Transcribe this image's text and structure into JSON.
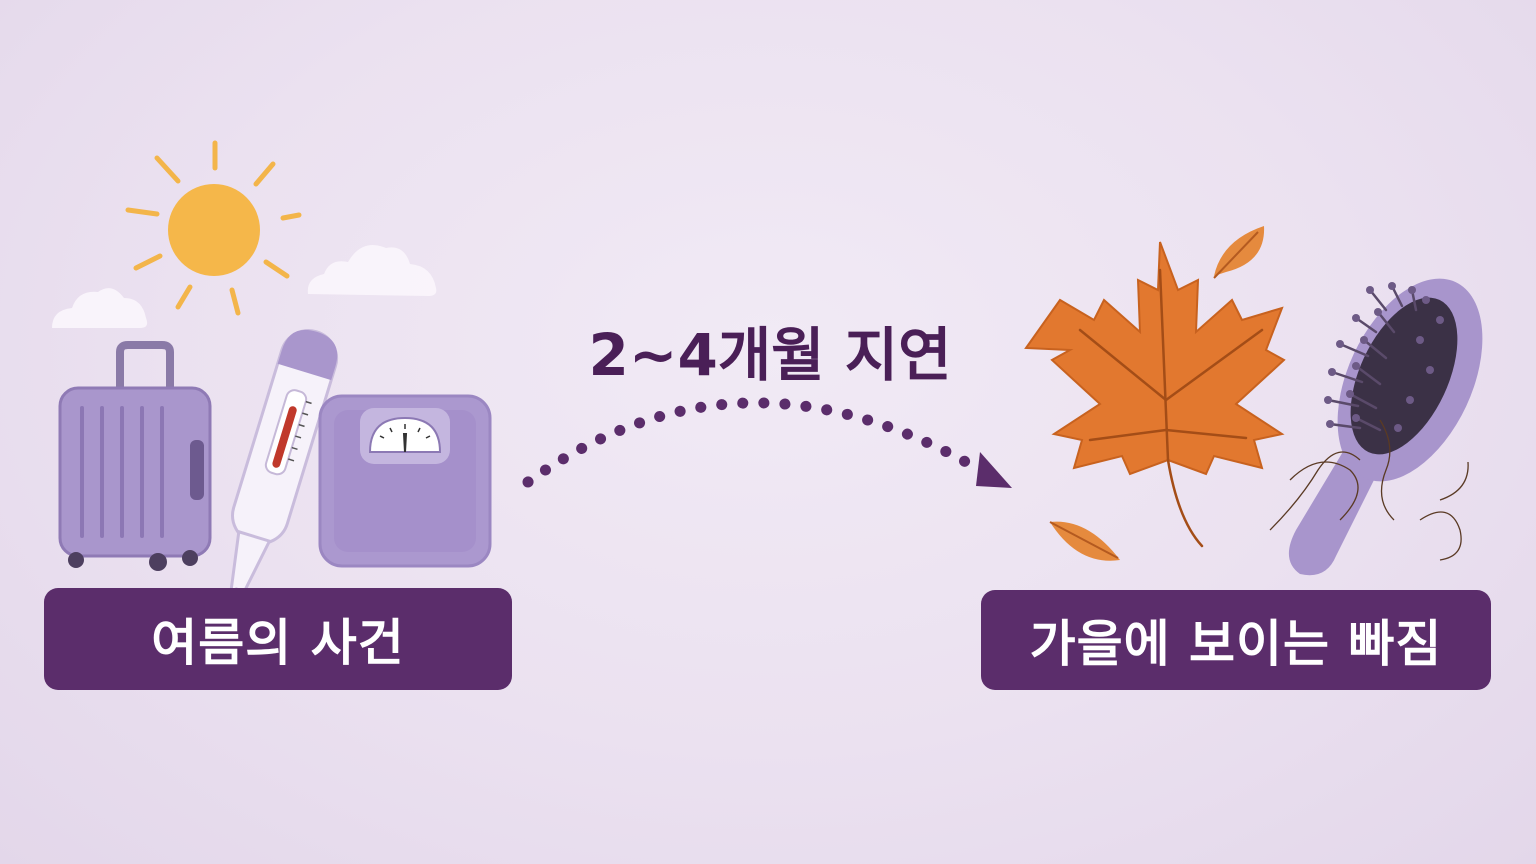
{
  "left_event": {
    "label": "여름의 사건"
  },
  "transition": {
    "label": "2~4개월 지연"
  },
  "right_result": {
    "label": "가을에 보이는 빠짐"
  },
  "colors": {
    "background": "#ece3f1",
    "label_box": "#5b2d6b",
    "label_text": "#ffffff",
    "heading_text": "#4a1f57",
    "accent_purple": "#a893c9",
    "sun": "#f3b54a",
    "leaf": "#e0752e"
  },
  "icons": {
    "left": [
      "sun-icon",
      "cloud-icon",
      "suitcase-icon",
      "thermometer-icon",
      "scale-icon"
    ],
    "middle": [
      "dotted-arrow-icon"
    ],
    "right": [
      "maple-leaf-icon",
      "small-leaf-icon",
      "hairbrush-icon",
      "loose-hair-icon"
    ]
  }
}
